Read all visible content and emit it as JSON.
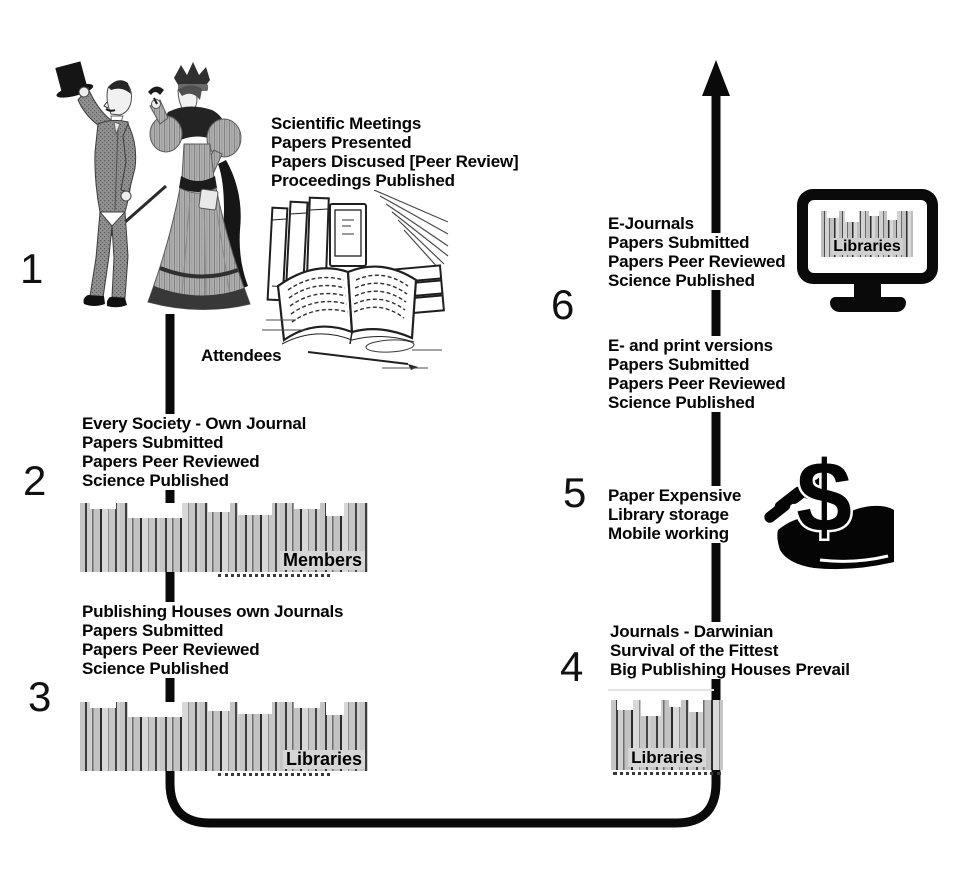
{
  "stages": [
    {
      "number": "1",
      "lines": [
        "Scientific Meetings",
        "Papers Presented",
        "Papers Discused [Peer Review]",
        "Proceedings Published"
      ],
      "caption": "Attendees"
    },
    {
      "number": "2",
      "lines": [
        "Every Society - Own Journal",
        "Papers Submitted",
        "Papers Peer Reviewed",
        "Science Published"
      ],
      "shelf_label": "Members"
    },
    {
      "number": "3",
      "lines": [
        "Publishing Houses own Journals",
        "Papers Submitted",
        "Papers Peer Reviewed",
        "Science Published"
      ],
      "shelf_label": "Libraries"
    },
    {
      "number": "4",
      "lines": [
        "Journals - Darwinian",
        "Survival of the Fittest",
        "Big Publishing Houses Prevail"
      ],
      "shelf_label": "Libraries"
    },
    {
      "number": "5",
      "lines": [
        "Paper Expensive",
        "Library storage",
        "Mobile working"
      ],
      "currency_symbol": "$"
    },
    {
      "number": "",
      "lines": [
        "E- and print versions",
        "Papers Submitted",
        "Papers Peer Reviewed",
        "Science Published"
      ]
    },
    {
      "number": "6",
      "lines": [
        "E-Journals",
        "Papers Submitted",
        "Papers Peer Reviewed",
        "Science Published"
      ],
      "monitor_label": "Libraries"
    }
  ],
  "colors": {
    "ink": "#0a0a0a",
    "shelf_background": "#c6c6c6",
    "shelf_label_background": "#d6d6d6"
  }
}
